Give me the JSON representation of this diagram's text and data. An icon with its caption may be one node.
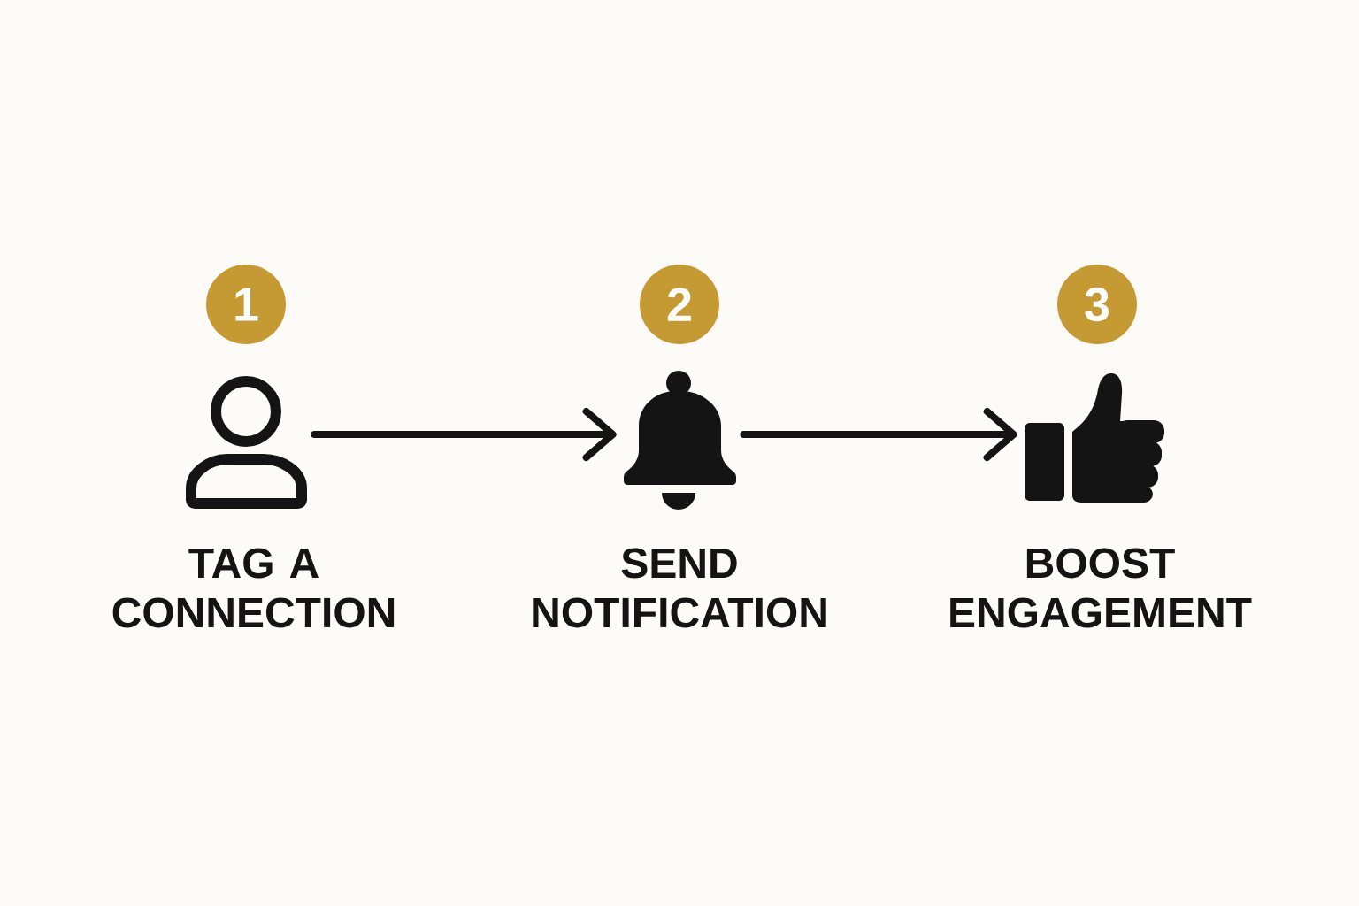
{
  "diagram": {
    "nodes": [
      {
        "text": [
          "1"
        ]
      },
      {
        "text": [],
        "shape": "picture",
        "beside": [
          "TAG A CONNECTION"
        ]
      },
      {
        "text": [
          "2"
        ]
      },
      {
        "text": [],
        "shape": "picture",
        "beside": [
          "SEND NOTIFICATION"
        ]
      },
      {
        "text": [
          "3"
        ]
      },
      {
        "text": [],
        "shape": "picture",
        "beside": [
          "BOOST ENGAGEMENT"
        ]
      }
    ],
    "edges": [
      {
        "from": 1,
        "to": 3,
        "arrow": "to"
      },
      {
        "from": 3,
        "to": 5,
        "arrow": "to"
      }
    ]
  }
}
